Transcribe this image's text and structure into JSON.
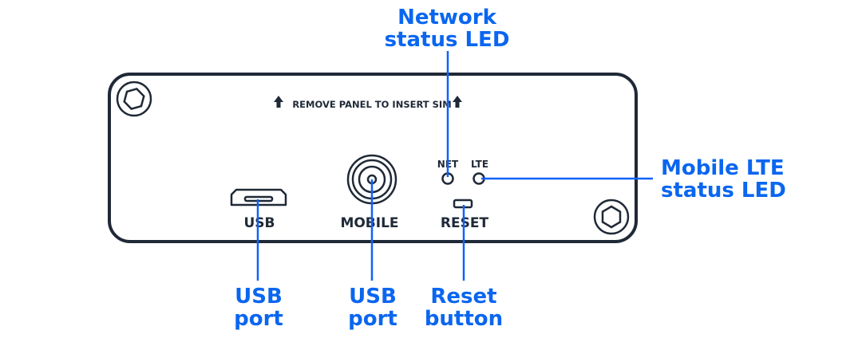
{
  "panel": {
    "notice": "REMOVE PANEL TO INSERT SIM",
    "labels": {
      "usb": "USB",
      "mobile": "MOBILE",
      "reset": "RESET",
      "net": "NET",
      "lte": "LTE"
    }
  },
  "callouts": {
    "network_led": [
      "Network",
      "status LED"
    ],
    "lte_led": [
      "Mobile LTE",
      "status LED"
    ],
    "usb_port": [
      "USB",
      "port"
    ],
    "mobile_port": [
      "USB",
      "port"
    ],
    "reset_button": [
      "Reset",
      "button"
    ]
  },
  "colors": {
    "outline": "#1f2937",
    "callout": "#0a66f0"
  }
}
